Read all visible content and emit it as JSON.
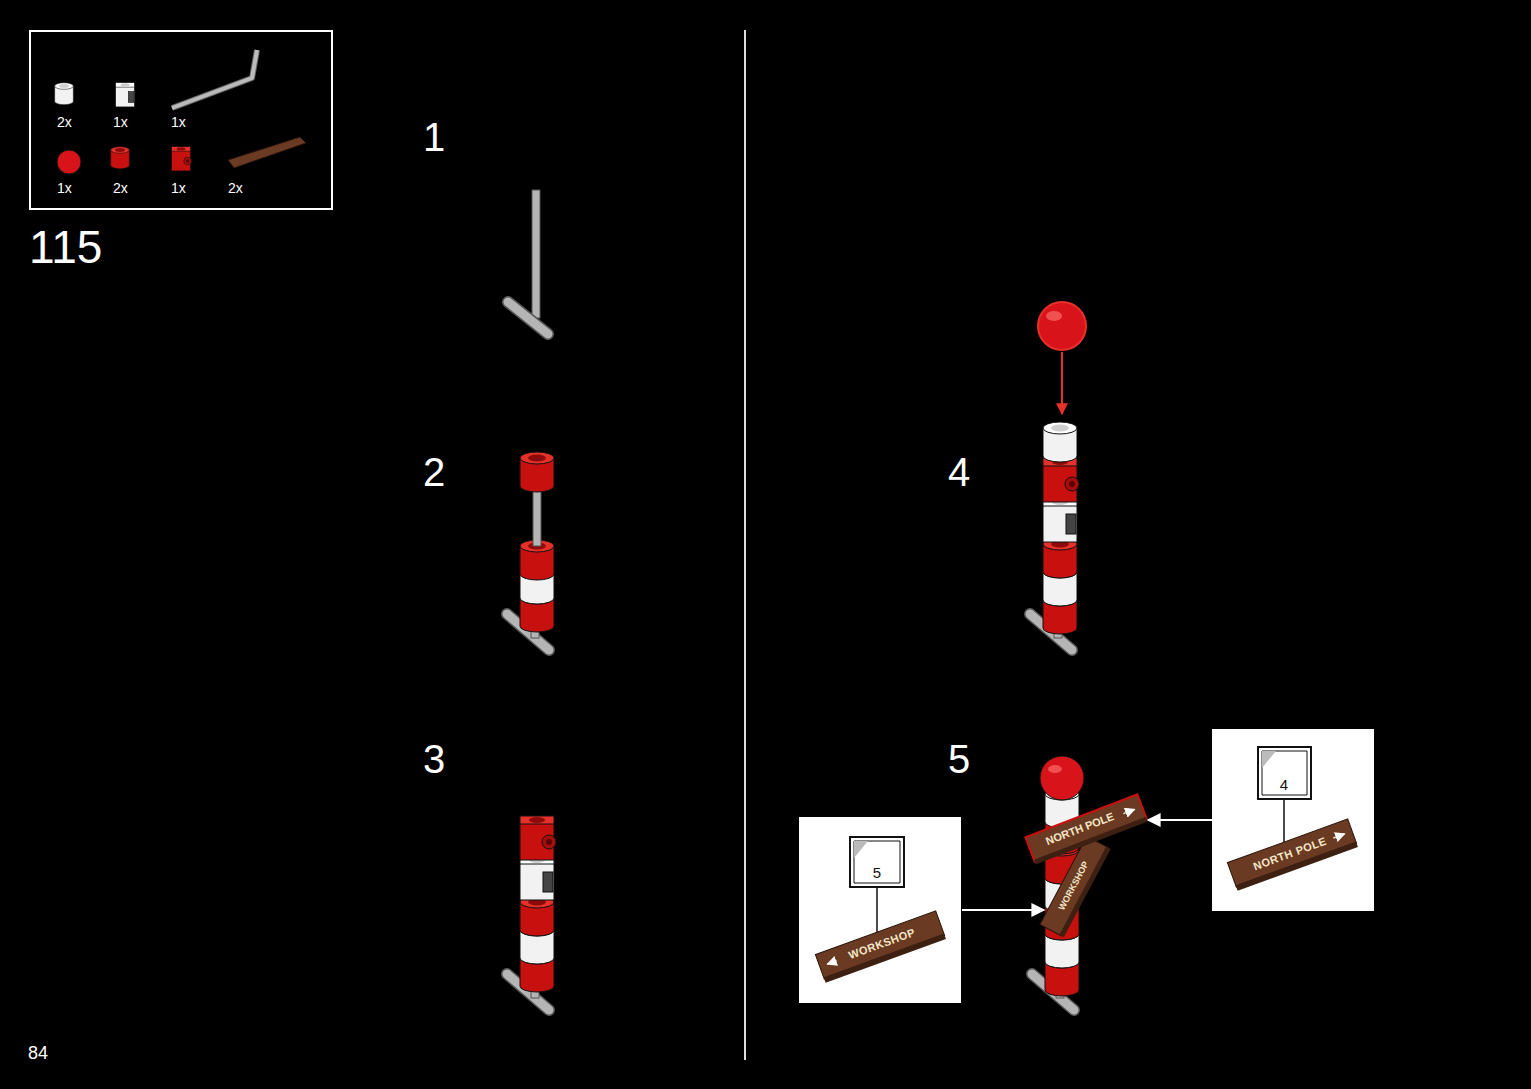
{
  "diagram": {
    "nodes": [
      {
        "text": [
          "2x",
          "1x",
          "1x",
          "1x",
          "2x",
          "1x",
          "2x"
        ]
      },
      {
        "text": [
          "5",
          "WORKSHOP"
        ]
      },
      {
        "text": [
          "4",
          "NORTH POLE"
        ]
      }
    ],
    "labels": [
      "115",
      "1",
      "2",
      "3",
      "4",
      "5",
      "NORTH POLE",
      "WORKSHOP",
      "84"
    ]
  }
}
